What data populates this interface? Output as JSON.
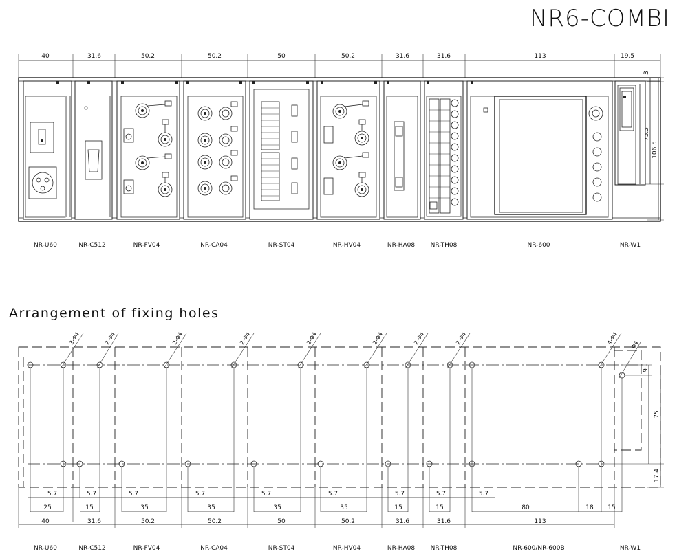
{
  "title": "NR6-COMBI",
  "fixing_heading": "Arrangement of fixing holes",
  "modules": [
    {
      "name": "NR-U60",
      "width": "40"
    },
    {
      "name": "NR-C512",
      "width": "31.6"
    },
    {
      "name": "NR-FV04",
      "width": "50.2"
    },
    {
      "name": "NR-CA04",
      "width": "50.2"
    },
    {
      "name": "NR-ST04",
      "width": "50"
    },
    {
      "name": "NR-HV04",
      "width": "50.2"
    },
    {
      "name": "NR-HA08",
      "width": "31.6"
    },
    {
      "name": "NR-TH08",
      "width": "31.6"
    },
    {
      "name": "NR-600",
      "width": "113"
    },
    {
      "name": "NR-W1",
      "width": "19.5"
    }
  ],
  "bottom_modules": [
    {
      "name": "NR-U60",
      "width": "40"
    },
    {
      "name": "NR-C512",
      "width": "31.6"
    },
    {
      "name": "NR-FV04",
      "width": "50.2"
    },
    {
      "name": "NR-CA04",
      "width": "50.2"
    },
    {
      "name": "NR-ST04",
      "width": "50"
    },
    {
      "name": "NR-HV04",
      "width": "50.2"
    },
    {
      "name": "NR-HA08",
      "width": "31.6"
    },
    {
      "name": "NR-TH08",
      "width": "31.6"
    },
    {
      "name": "NR-600/NR-600B",
      "width": "113"
    },
    {
      "name": "NR-W1",
      "width": ""
    }
  ],
  "side_dims": {
    "top_offset": "3",
    "inner_height": "75.3",
    "total_height": "106.5"
  },
  "hole_labels": [
    "3-Φ4",
    "2-Φ4",
    "2-Φ4",
    "2-Φ4",
    "2-Φ4",
    "2-Φ4",
    "2-Φ4",
    "2-Φ4",
    "4-Φ4",
    "Φ4"
  ],
  "offset_labels": [
    "5.7",
    "5.7",
    "5.7",
    "5.7",
    "5.7",
    "5.7",
    "5.7",
    "5.7",
    "5.7"
  ],
  "spacing_labels": [
    "25",
    "15",
    "35",
    "35",
    "35",
    "35",
    "15",
    "15",
    "80",
    "18",
    "15"
  ],
  "right_dims": {
    "top": "9",
    "middle": "75",
    "bottom": "17.4"
  }
}
